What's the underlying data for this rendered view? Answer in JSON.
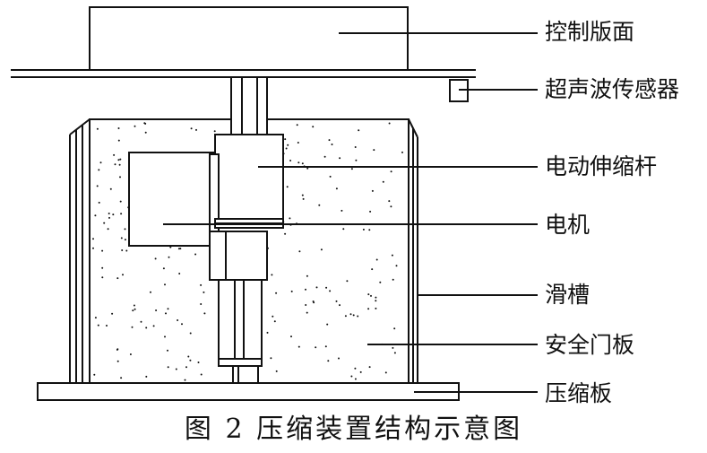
{
  "labels": {
    "control_panel": "控制版面",
    "ultrasonic_sensor": "超声波传感器",
    "electric_rod": "电动伸缩杆",
    "motor": "电机",
    "slide_groove": "滑槽",
    "safety_door": "安全门板",
    "press_plate": "压缩板"
  },
  "caption": "图 2 压缩装置结构示意图",
  "colors": {
    "line": "#111111",
    "background": "#ffffff"
  }
}
